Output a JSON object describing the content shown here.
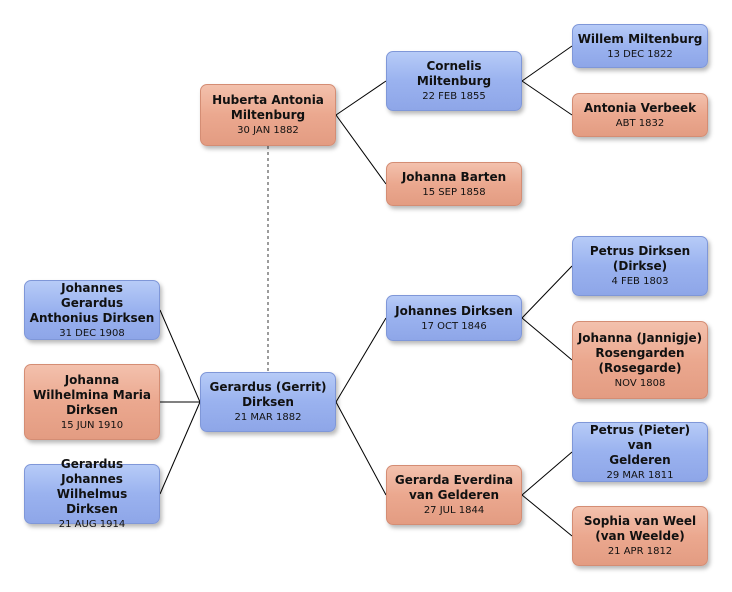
{
  "people": {
    "child1": {
      "name": "Johannes Gerardus\nAnthonius Dirksen",
      "date": "31 DEC 1908"
    },
    "child2": {
      "name": "Johanna\nWilhelmina Maria\nDirksen",
      "date": "15 JUN 1910"
    },
    "child3": {
      "name": "Gerardus Johannes\nWilhelmus Dirksen",
      "date": "21 AUG 1914"
    },
    "spouse": {
      "name": "Huberta Antonia\nMiltenburg",
      "date": "30 JAN 1882"
    },
    "root": {
      "name": "Gerardus (Gerrit)\nDirksen",
      "date": "21 MAR 1882"
    },
    "s_father": {
      "name": "Cornelis\nMiltenburg",
      "date": "22 FEB 1855"
    },
    "s_mother": {
      "name": "Johanna Barten",
      "date": "15 SEP 1858"
    },
    "s_ff": {
      "name": "Willem Miltenburg",
      "date": "13 DEC 1822"
    },
    "s_fm": {
      "name": "Antonia Verbeek",
      "date": "ABT 1832"
    },
    "father": {
      "name": "Johannes Dirksen",
      "date": "17 OCT 1846"
    },
    "mother": {
      "name": "Gerarda Everdina\nvan Gelderen",
      "date": "27 JUL 1844"
    },
    "ff": {
      "name": "Petrus Dirksen\n(Dirkse)",
      "date": "4 FEB 1803"
    },
    "fm": {
      "name": "Johanna (Jannigje)\nRosengarden\n(Rosegarde)",
      "date": "NOV 1808"
    },
    "mf": {
      "name": "Petrus (Pieter) van\nGelderen",
      "date": "29 MAR 1811"
    },
    "mm": {
      "name": "Sophia van Weel\n(van Weelde)",
      "date": "21 APR 1812"
    }
  },
  "colors": {
    "male": "#9ab2ef",
    "female": "#eba88f",
    "line": "#000000",
    "marriage_line": "#666666"
  }
}
